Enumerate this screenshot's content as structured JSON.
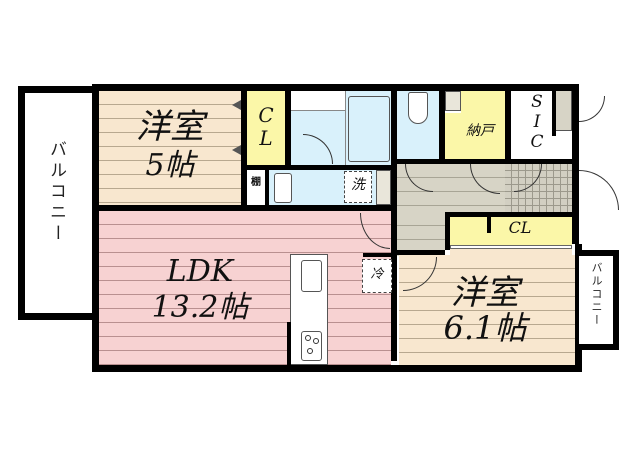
{
  "rooms": {
    "western_room_1": {
      "name": "洋室",
      "size": "5帖"
    },
    "western_room_2": {
      "name": "洋室",
      "size": "6.1帖"
    },
    "ldk": {
      "name": "LDK",
      "size": "13.2帖"
    },
    "closet_1": {
      "label_c": "C",
      "label_l": "L"
    },
    "closet_2": {
      "label": "CL"
    },
    "sic": {
      "s": "S",
      "i": "I",
      "c": "C"
    },
    "storage": {
      "label": "納戸"
    },
    "shelf": {
      "label": "棚"
    },
    "washer": {
      "label": "洗"
    },
    "fridge": {
      "label": "冷"
    },
    "balcony_left": {
      "label": "バルコニー"
    },
    "balcony_right": {
      "label": "バルコニー"
    }
  },
  "colors": {
    "wall": "#000000",
    "western_floor": "#f8e7cf",
    "ldk_floor": "#f7d2d2",
    "closet": "#fbf7a8",
    "wet_area": "#d9f1fb",
    "hallway": "#d7d4c6"
  }
}
